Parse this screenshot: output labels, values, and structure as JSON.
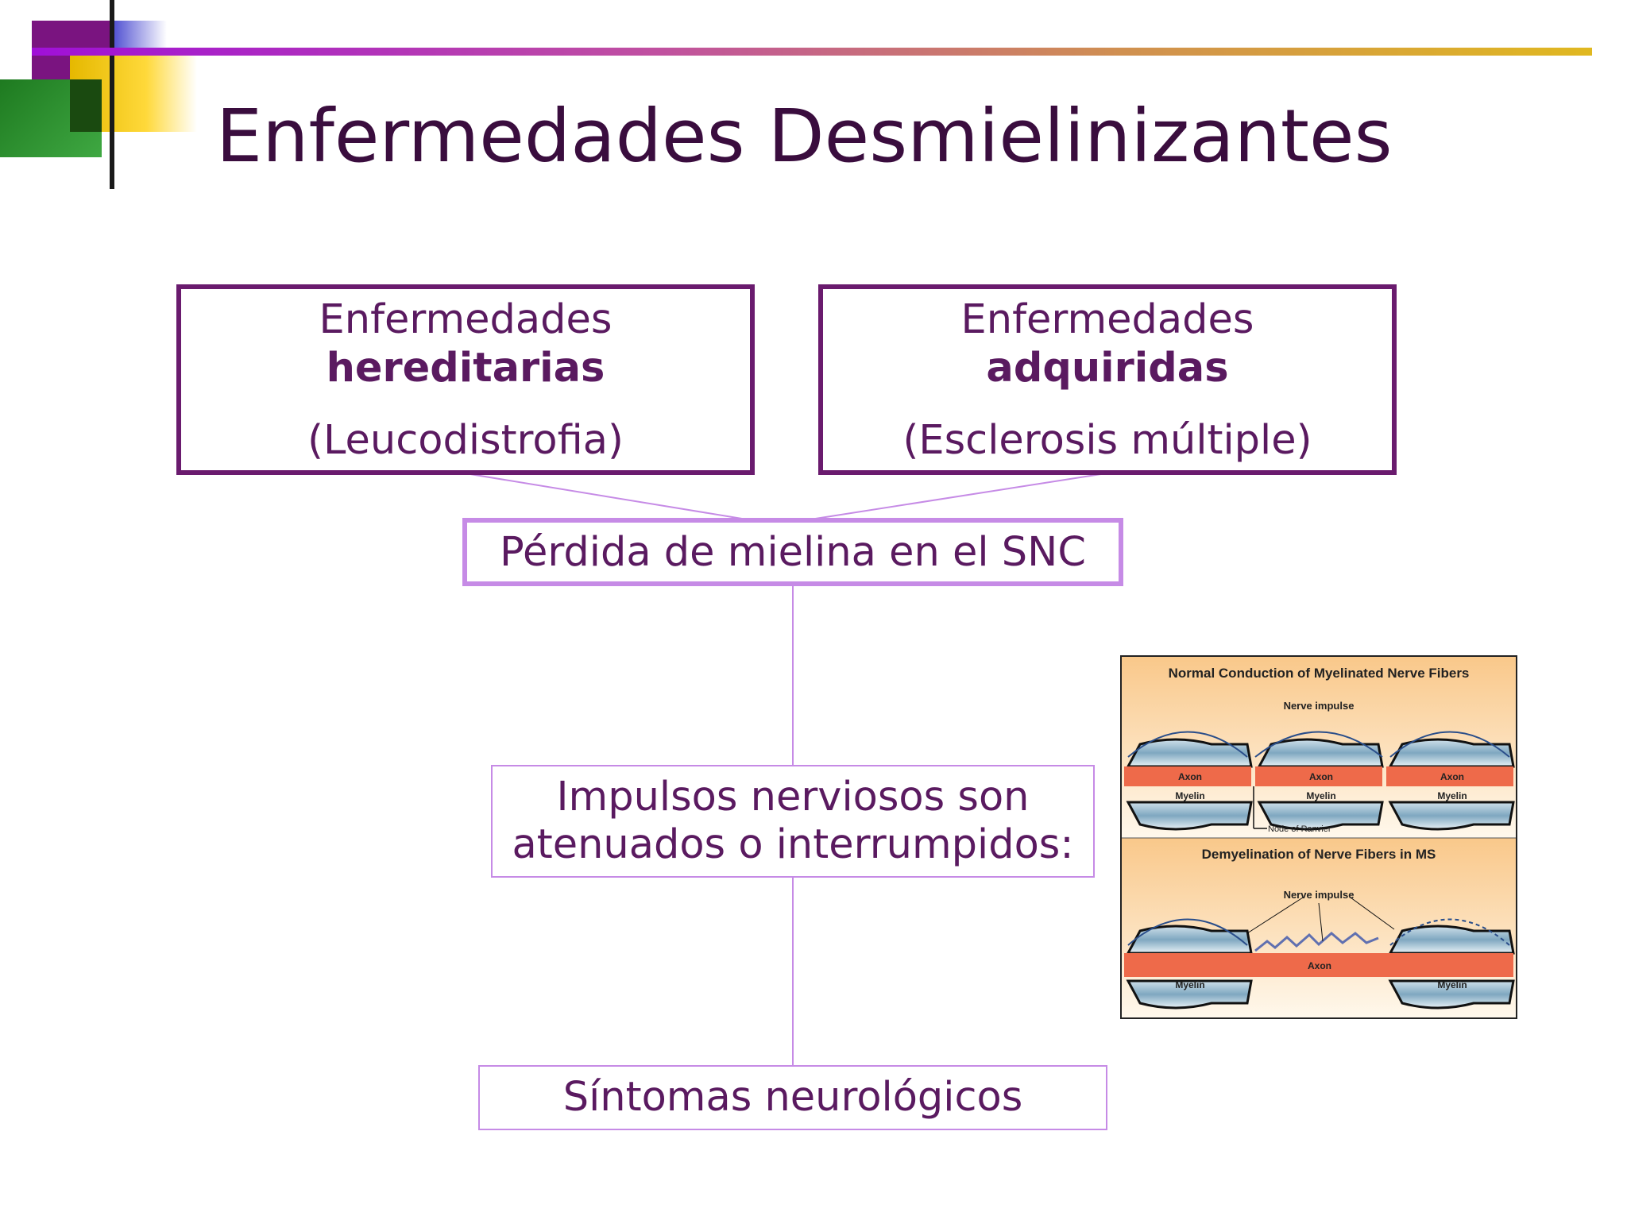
{
  "slide": {
    "title": "Enfermedades Desmielinizantes"
  },
  "diagram": {
    "hereditary": {
      "line1": "Enfermedades",
      "line2": "hereditarias",
      "line3": "(Leucodistrofia)"
    },
    "acquired": {
      "line1": "Enfermedades",
      "line2": "adquiridas",
      "line3": "(Esclerosis múltiple)"
    },
    "loss": "Pérdida de mielina en el SNC",
    "impulses": {
      "line1": "Impulsos nerviosos son",
      "line2": "atenuados o interrumpidos:"
    },
    "symptoms": "Síntomas neurológicos"
  },
  "figure": {
    "normal_title": "Normal Conduction of Myelinated Nerve Fibers",
    "nerve_impulse": "Nerve impulse",
    "axon": "Axon",
    "myelin": "Myelin",
    "node": "Node of Ranvier",
    "ms_title": "Demyelination of Nerve Fibers in MS",
    "ms_nerve_impulse": "Nerve impulse"
  },
  "colors": {
    "accent_purple": "#6a1b6e",
    "light_purple": "#c68be6",
    "title_color": "#3a0d3e"
  }
}
